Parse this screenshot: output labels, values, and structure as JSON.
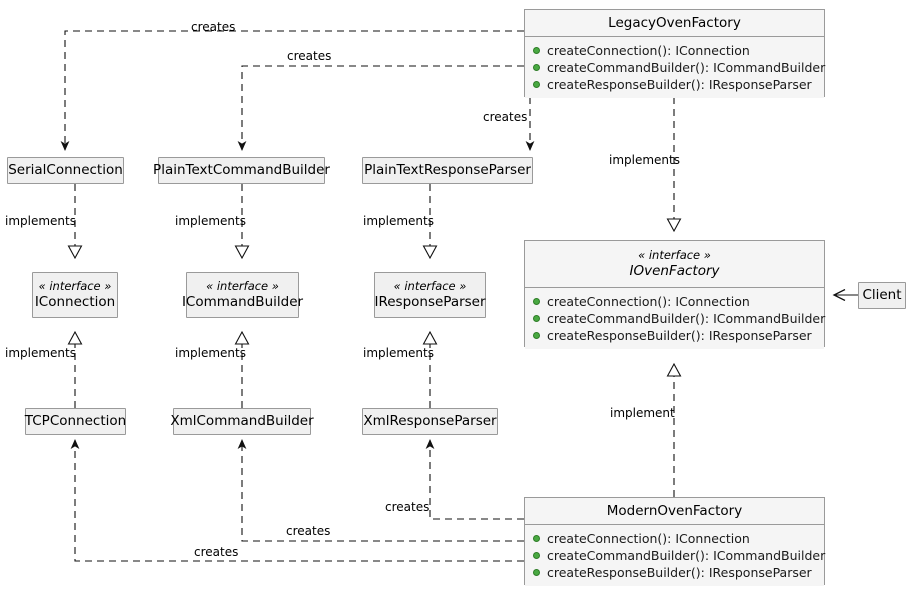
{
  "diagram": {
    "title": "Abstract Factory UML class diagram",
    "type": "uml-class-diagram",
    "colors": {
      "box_fill": "#f5f5f5",
      "box_border": "#9a9a9a",
      "line": "#222222",
      "visibility_public": "#49a942",
      "text": "#000000"
    }
  },
  "classes": {
    "legacy_oven_factory": {
      "name": "LegacyOvenFactory",
      "methods": [
        "createConnection(): IConnection",
        "createCommandBuilder(): ICommandBuilder",
        "createResponseBuilder(): IResponseParser"
      ]
    },
    "oven_factory_interface": {
      "stereotype": "« interface »",
      "name": "IOvenFactory",
      "methods": [
        "createConnection(): IConnection",
        "createCommandBuilder(): ICommandBuilder",
        "createResponseBuilder(): IResponseParser"
      ]
    },
    "modern_oven_factory": {
      "name": "ModernOvenFactory",
      "methods": [
        "createConnection(): IConnection",
        "createCommandBuilder(): ICommandBuilder",
        "createResponseBuilder(): IResponseParser"
      ]
    },
    "client": {
      "name": "Client"
    },
    "serial_connection": {
      "name": "SerialConnection"
    },
    "plain_text_command_builder": {
      "name": "PlainTextCommandBuilder"
    },
    "plain_text_response_parser": {
      "name": "PlainTextResponseParser"
    },
    "tcp_connection": {
      "name": "TCPConnection"
    },
    "xml_command_builder": {
      "name": "XmlCommandBuilder"
    },
    "xml_response_parser": {
      "name": "XmlResponseParser"
    },
    "connection_interface": {
      "stereotype": "« interface »",
      "name": "IConnection"
    },
    "command_builder_interface": {
      "stereotype": "« interface »",
      "name": "ICommandBuilder"
    },
    "response_parser_interface": {
      "stereotype": "« interface »",
      "name": "IResponseParser"
    }
  },
  "edge_labels": {
    "creates_legacy_serial": "creates",
    "creates_legacy_plaintext_command": "creates",
    "creates_legacy_plaintext_response": "creates",
    "implements_serial": "implements",
    "implements_plaintext_command": "implements",
    "implements_plaintext_response": "implements",
    "implements_tcp": "implements",
    "implements_xml_command": "implements",
    "implements_xml_response": "implements",
    "implements_legacy_factory": "implements",
    "implement_modern_factory": "implement",
    "creates_modern_xml_response": "creates",
    "creates_modern_xml_command": "creates",
    "creates_modern_tcp": "creates"
  }
}
